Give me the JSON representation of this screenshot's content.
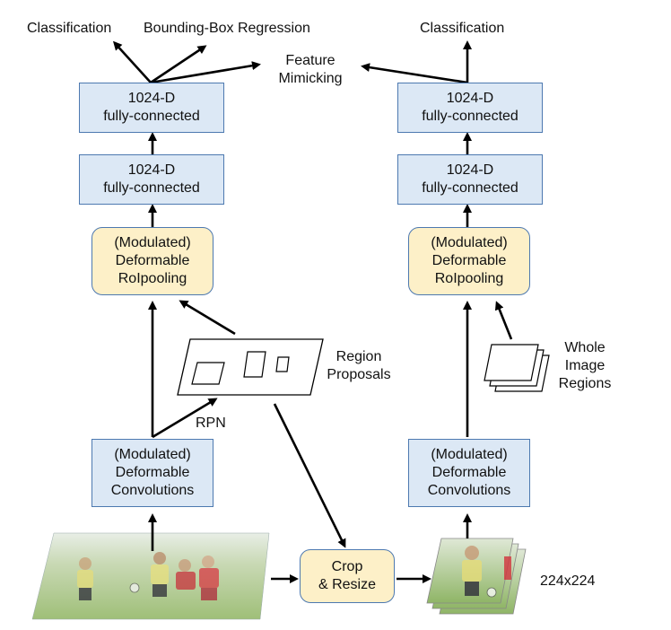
{
  "left": {
    "outputs": {
      "classification": "Classification",
      "bbox_regression": "Bounding-Box Regression"
    },
    "fc_top": {
      "line1": "1024-D",
      "line2": "fully-connected"
    },
    "fc_bottom": {
      "line1": "1024-D",
      "line2": "fully-connected"
    },
    "roipool": {
      "line1": "(Modulated)",
      "line2": "Deformable",
      "line3": "RoIpooling"
    },
    "conv": {
      "line1": "(Modulated)",
      "line2": "Deformable",
      "line3": "Convolutions"
    },
    "rpn": "RPN"
  },
  "feature_mimicking": {
    "line1": "Feature",
    "line2": "Mimicking"
  },
  "region_proposals": {
    "line1": "Region",
    "line2": "Proposals"
  },
  "crop_resize": {
    "line1": "Crop",
    "line2": "& Resize"
  },
  "resolution": "224x224",
  "right": {
    "outputs": {
      "classification": "Classification"
    },
    "fc_top": {
      "line1": "1024-D",
      "line2": "fully-connected"
    },
    "fc_bottom": {
      "line1": "1024-D",
      "line2": "fully-connected"
    },
    "roipool": {
      "line1": "(Modulated)",
      "line2": "Deformable",
      "line3": "RoIpooling"
    },
    "conv": {
      "line1": "(Modulated)",
      "line2": "Deformable",
      "line3": "Convolutions"
    },
    "whole_image": {
      "line1": "Whole",
      "line2": "Image",
      "line3": "Regions"
    }
  },
  "colors": {
    "fc_fill": "#dce8f5",
    "roipool_fill": "#fdf0c8",
    "crop_fill": "#fdf0c8",
    "border": "#4d79b0",
    "arrow": "#000000"
  }
}
